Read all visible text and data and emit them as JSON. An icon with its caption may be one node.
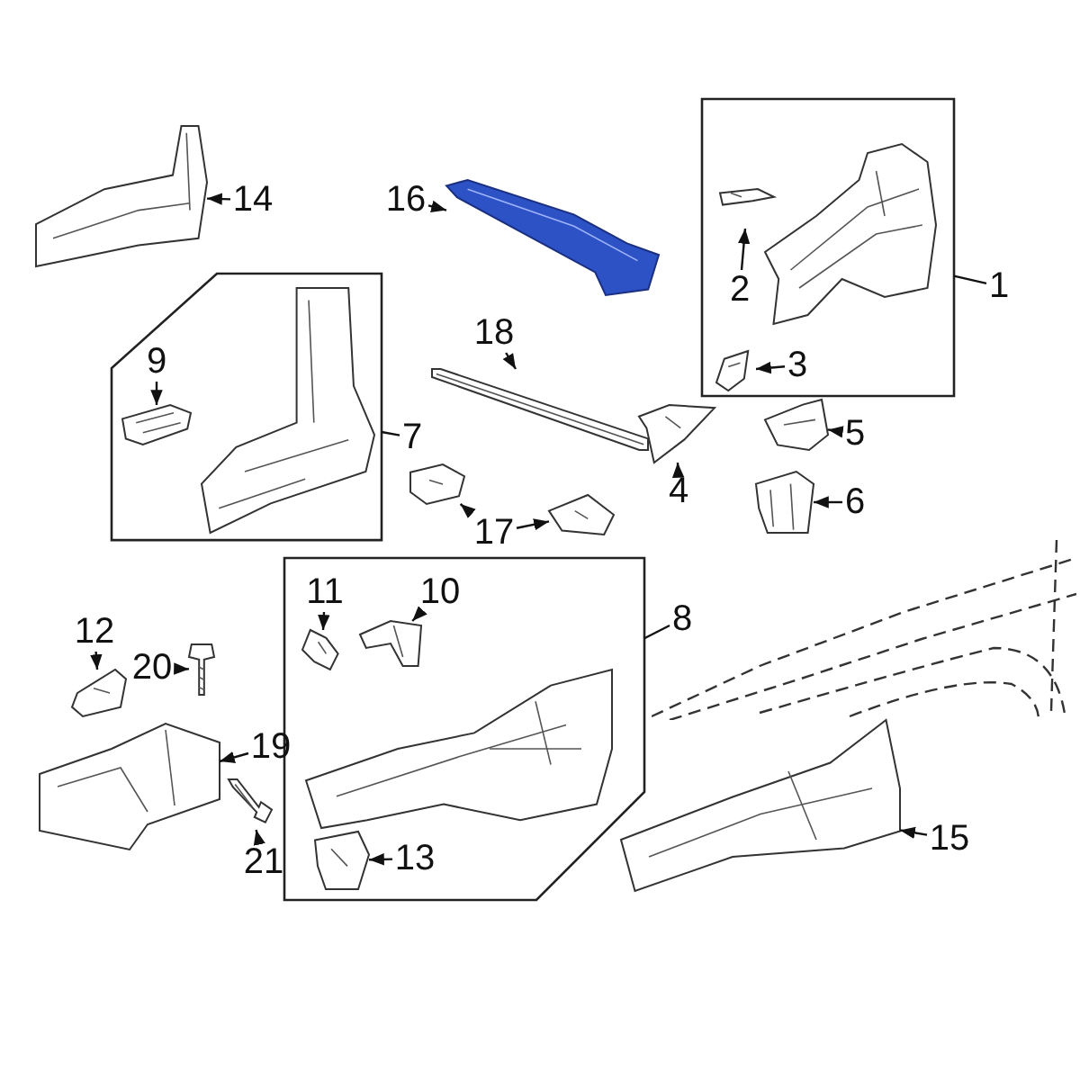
{
  "diagram": {
    "nodes": [
      {
        "text": [
          "1"
        ]
      },
      {
        "text": [],
        "shape": "box"
      },
      {
        "text": [],
        "shape": "picture",
        "in": 1
      },
      {
        "text": [
          "2"
        ],
        "in": 1
      },
      {
        "text": [],
        "shape": "picture",
        "in": 1
      },
      {
        "text": [
          "3"
        ],
        "in": 1
      },
      {
        "text": [],
        "shape": "picture",
        "in": 1
      },
      {
        "text": [
          "14"
        ]
      },
      {
        "text": [],
        "shape": "picture"
      },
      {
        "text": [
          "16"
        ]
      },
      {
        "text": [],
        "shape": "picture"
      },
      {
        "text": [
          "18"
        ]
      },
      {
        "text": [],
        "shape": "picture"
      },
      {
        "text": [
          "7"
        ]
      },
      {
        "text": [],
        "shape": "box"
      },
      {
        "text": [],
        "shape": "picture",
        "in": 14
      },
      {
        "text": [
          "9"
        ],
        "in": 14
      },
      {
        "text": [],
        "shape": "picture",
        "in": 14
      },
      {
        "text": [
          "17"
        ]
      },
      {
        "text": [],
        "shape": "picture"
      },
      {
        "text": [],
        "shape": "picture"
      },
      {
        "text": [
          "4"
        ]
      },
      {
        "text": [],
        "shape": "picture"
      },
      {
        "text": [
          "5"
        ]
      },
      {
        "text": [],
        "shape": "picture"
      },
      {
        "text": [
          "6"
        ]
      },
      {
        "text": [],
        "shape": "picture"
      },
      {
        "text": [
          "8"
        ]
      },
      {
        "text": [],
        "shape": "box"
      },
      {
        "text": [],
        "shape": "picture",
        "in": 28
      },
      {
        "text": [
          "11"
        ],
        "in": 28
      },
      {
        "text": [],
        "shape": "picture",
        "in": 28
      },
      {
        "text": [
          "10"
        ],
        "in": 28
      },
      {
        "text": [],
        "shape": "picture",
        "in": 28
      },
      {
        "text": [
          "13"
        ],
        "in": 28
      },
      {
        "text": [],
        "shape": "picture",
        "in": 28
      },
      {
        "text": [
          "12"
        ]
      },
      {
        "text": [],
        "shape": "picture"
      },
      {
        "text": [
          "20"
        ]
      },
      {
        "text": [],
        "shape": "picture"
      },
      {
        "text": [
          "19"
        ]
      },
      {
        "text": [],
        "shape": "picture"
      },
      {
        "text": [
          "21"
        ]
      },
      {
        "text": [],
        "shape": "picture"
      },
      {
        "text": [
          "15"
        ]
      },
      {
        "text": [],
        "shape": "picture"
      }
    ],
    "edges": [
      {
        "from": 0,
        "to": 1,
        "arrow": "none"
      },
      {
        "from": 3,
        "to": 4,
        "arrow": "to"
      },
      {
        "from": 5,
        "to": 6,
        "arrow": "to"
      },
      {
        "from": 7,
        "to": 8,
        "arrow": "to"
      },
      {
        "from": 9,
        "to": 10,
        "arrow": "to"
      },
      {
        "from": 11,
        "to": 12,
        "arrow": "to"
      },
      {
        "from": 13,
        "to": 14,
        "arrow": "none"
      },
      {
        "from": 16,
        "to": 17,
        "arrow": "to"
      },
      {
        "from": 18,
        "to": 19,
        "arrow": "to"
      },
      {
        "from": 18,
        "to": 20,
        "arrow": "to"
      },
      {
        "from": 21,
        "to": 22,
        "arrow": "to"
      },
      {
        "from": 23,
        "to": 24,
        "arrow": "to"
      },
      {
        "from": 25,
        "to": 26,
        "arrow": "to"
      },
      {
        "from": 27,
        "to": 28,
        "arrow": "none"
      },
      {
        "from": 30,
        "to": 31,
        "arrow": "to"
      },
      {
        "from": 32,
        "to": 33,
        "arrow": "to"
      },
      {
        "from": 34,
        "to": 35,
        "arrow": "to"
      },
      {
        "from": 36,
        "to": 37,
        "arrow": "to"
      },
      {
        "from": 38,
        "to": 39,
        "arrow": "to"
      },
      {
        "from": 40,
        "to": 41,
        "arrow": "to"
      },
      {
        "from": 42,
        "to": 43,
        "arrow": "to"
      },
      {
        "from": 44,
        "to": 45,
        "arrow": "to"
      }
    ]
  }
}
